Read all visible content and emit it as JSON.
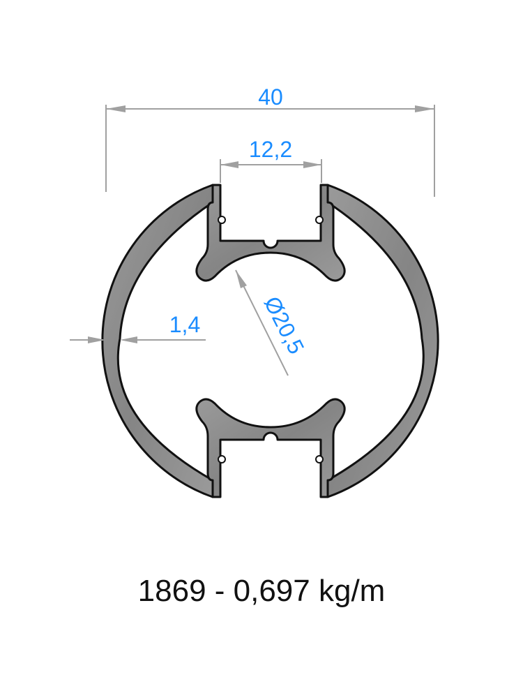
{
  "dimensions": {
    "overall_width": "40",
    "slot_width": "12,2",
    "wall_thickness": "1,4",
    "inner_diameter": "Ø20,5"
  },
  "caption": "1869 - 0,697 kg/m",
  "colors": {
    "profile_fill": "#8f8f8f",
    "profile_stroke": "#111111",
    "dimension_line": "#a0a0a0",
    "dimension_text": "#1a8cff"
  }
}
